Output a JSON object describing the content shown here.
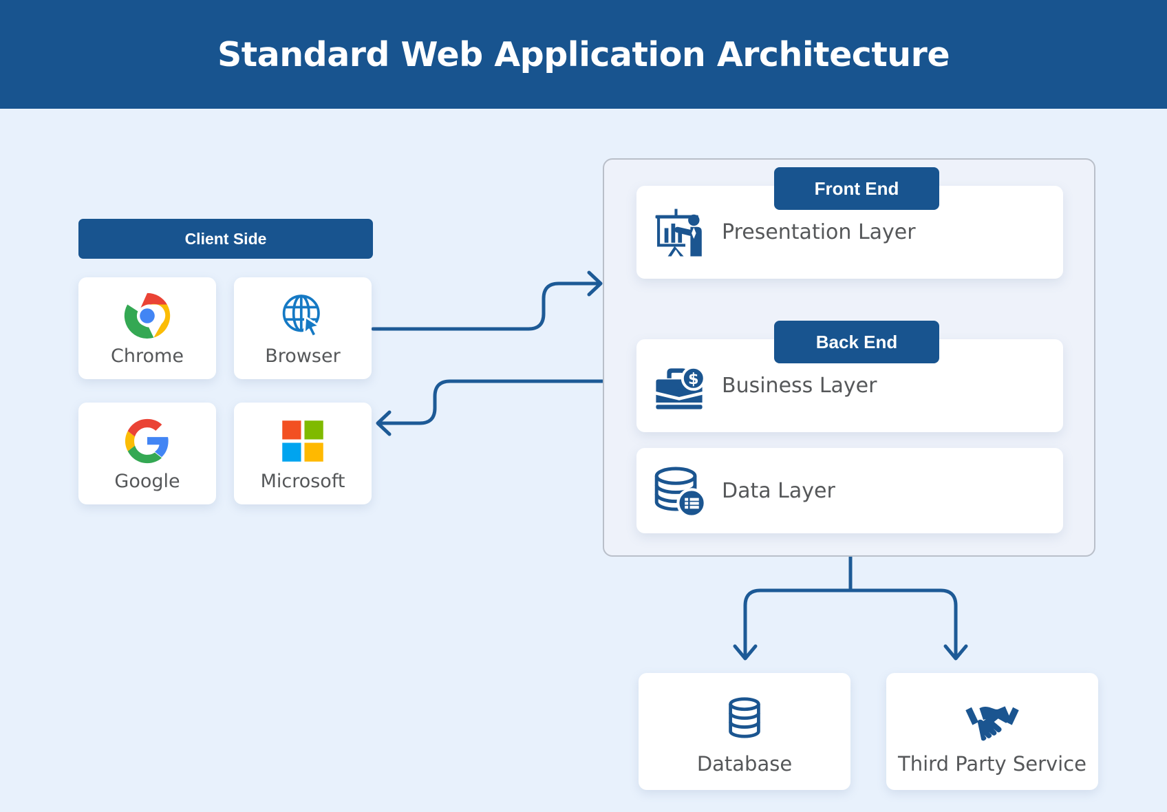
{
  "header": {
    "title": "Standard Web Application Architecture"
  },
  "colors": {
    "brand_blue": "#18548f",
    "page_background": "#e8f1fc",
    "panel_background": "#eef2fa",
    "panel_border": "#b9bfc9",
    "card_background": "#ffffff",
    "label_text": "#555759",
    "connector": "#1d5a96",
    "chrome_red": "#EA4335",
    "chrome_yellow": "#FBBC05",
    "chrome_green": "#34A853",
    "chrome_blue": "#4285F4",
    "ms_orange": "#F25022",
    "ms_green": "#7FBA00",
    "ms_blue": "#00A4EF",
    "ms_yellow": "#FFB900"
  },
  "client_side": {
    "badge_label": "Client Side",
    "cards": [
      {
        "label": "Chrome",
        "icon": "chrome-logo-icon"
      },
      {
        "label": "Browser",
        "icon": "globe-cursor-icon"
      },
      {
        "label": "Google",
        "icon": "google-logo-icon"
      },
      {
        "label": "Microsoft",
        "icon": "microsoft-logo-icon"
      }
    ]
  },
  "server_side": {
    "tiers": [
      {
        "badge_label": "Front End"
      },
      {
        "badge_label": "Back End"
      }
    ],
    "layers": [
      {
        "label": "Presentation Layer",
        "icon": "presenter-chart-icon"
      },
      {
        "label": "Business Layer",
        "icon": "briefcase-dollar-icon"
      },
      {
        "label": "Data Layer",
        "icon": "database-records-icon"
      }
    ]
  },
  "external": {
    "cards": [
      {
        "label": "Database",
        "icon": "database-stack-icon"
      },
      {
        "label": "Third Party Service",
        "icon": "handshake-icon"
      }
    ]
  },
  "connectors": [
    {
      "name": "client-to-server",
      "direction": "right"
    },
    {
      "name": "server-to-client",
      "direction": "left"
    },
    {
      "name": "data-to-database",
      "direction": "down"
    },
    {
      "name": "data-to-thirdparty",
      "direction": "down"
    }
  ]
}
